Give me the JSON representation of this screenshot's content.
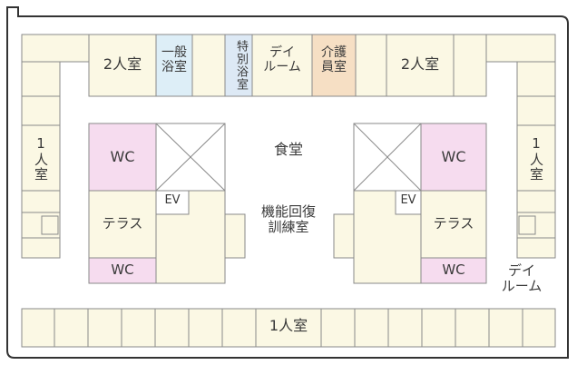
{
  "floor_plan": {
    "labels": {
      "two_person_room_left": "2人室",
      "general_bath": "一般\n浴室",
      "special_bath": "特別浴室",
      "day_room_top": "デイ\nルーム",
      "caregiver_room": "介護\n員室",
      "two_person_room_right": "2人室",
      "single_room_left": "1人室",
      "single_room_right": "1人室",
      "single_room_bottom": "1人室",
      "wc_upper_left": "WC",
      "wc_lower_left": "WC",
      "wc_upper_right": "WC",
      "wc_lower_right": "WC",
      "terrace_left": "テラス",
      "terrace_right": "テラス",
      "ev_left": "EV",
      "ev_right": "EV",
      "dining_hall": "食堂",
      "rehab_room": "機能回復\n訓練室",
      "day_room_bottom": "デイ\nルーム"
    },
    "colors": {
      "room_fill": "#fbf8e4",
      "wall": "#333333",
      "room_line": "#8a8a8a",
      "wc_fill": "#f6dcef",
      "general_bath_fill": "#ddeef7",
      "special_bath_fill": "#dde9f5",
      "caregiver_fill": "#f6dfc4",
      "text": "#3a3a3a"
    }
  }
}
